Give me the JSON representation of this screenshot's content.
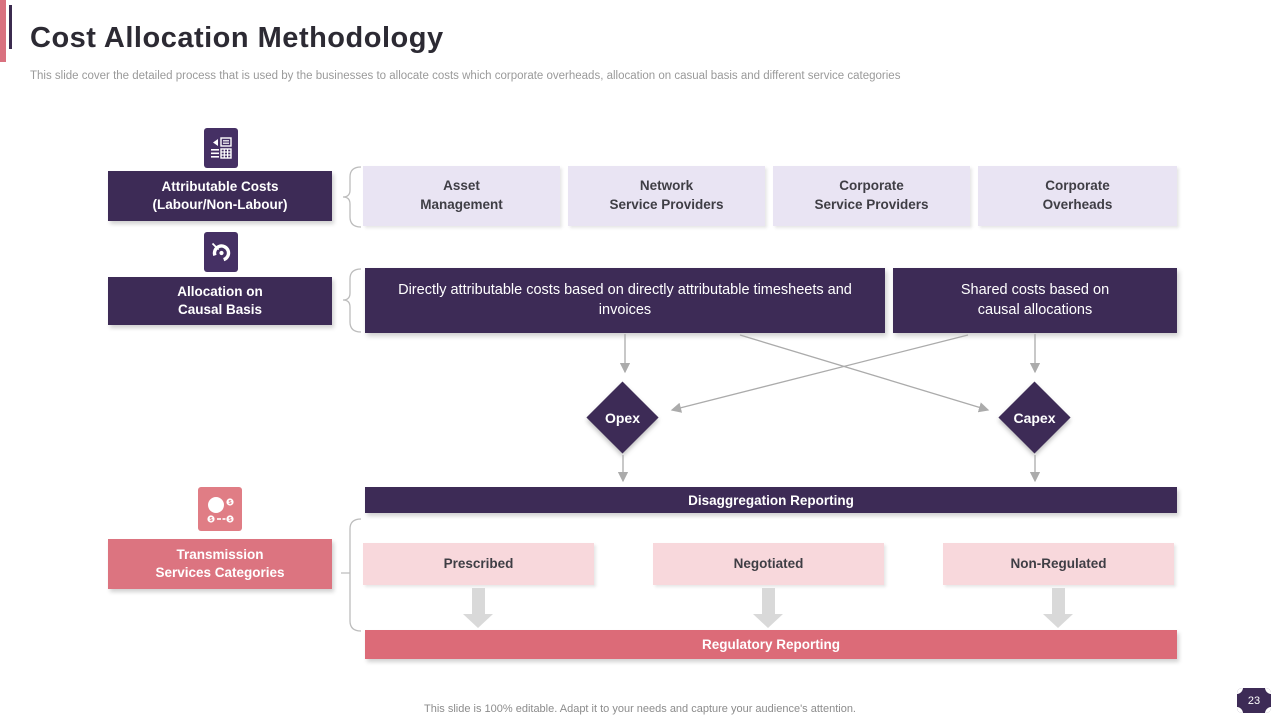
{
  "slide": {
    "title": "Cost Allocation Methodology",
    "subtitle": "This slide cover the detailed process that is used by the businesses to allocate costs which corporate overheads, allocation on casual basis and different service categories",
    "footer": "This slide is 100% editable. Adapt it to your needs and capture your audience's attention.",
    "page_number": "23"
  },
  "icons": {
    "attributable": "report-table-icon",
    "causal": "target-allocation-icon",
    "transmission": "cost-categories-icon"
  },
  "colors": {
    "dark_purple": "#3d2b56",
    "icon_purple": "#453064",
    "light_lavender": "#e9e4f3",
    "rose": "#dc7480",
    "rose_bar": "#dc6b78",
    "light_pink": "#f8d8dc",
    "accent_pink": "#d9717f",
    "connector_gray": "#ababab",
    "block_arrow_gray": "#d9d9d9"
  },
  "flow": {
    "attributable": {
      "label1": "Attributable Costs",
      "label2": "(Labour/Non-Labour)",
      "items": [
        {
          "l1": "Asset",
          "l2": "Management"
        },
        {
          "l1": "Network",
          "l2": "Service Providers"
        },
        {
          "l1": "Corporate",
          "l2": "Service Providers"
        },
        {
          "l1": "Corporate",
          "l2": "Overheads"
        }
      ]
    },
    "causal": {
      "label1": "Allocation on",
      "label2": "Causal Basis",
      "box_direct": "Directly attributable costs based on directly attributable timesheets and invoices",
      "box_shared": "Shared costs based on causal allocations"
    },
    "opex": "Opex",
    "capex": "Capex",
    "disaggregation": "Disaggregation Reporting",
    "transmission": {
      "label1": "Transmission",
      "label2": "Services Categories",
      "items": [
        "Prescribed",
        "Negotiated",
        "Non-Regulated"
      ]
    },
    "regulatory": "Regulatory Reporting"
  }
}
